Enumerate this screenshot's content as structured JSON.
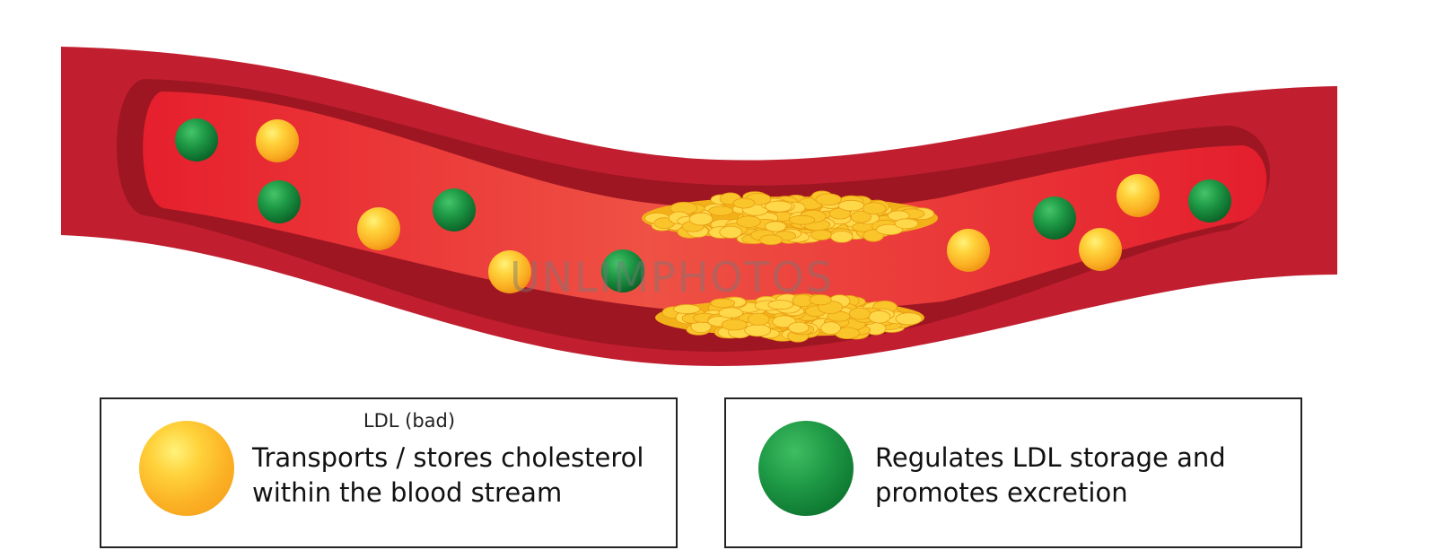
{
  "legend": {
    "ldl": {
      "heading": "LDL (bad)",
      "line1": "Transports / stores cholesterol",
      "line2": "within the blood stream",
      "color": "#fbb024"
    },
    "hdl": {
      "line1": "Regulates LDL storage and",
      "line2": "promotes excretion",
      "color": "#1a8c3c"
    }
  },
  "watermark": "UNLIMPHOTOS",
  "colors": {
    "vessel_outer": "#c11f30",
    "vessel_wall": "#9e1622",
    "blood": "#e41e2d",
    "plaque": "#f6c21d"
  }
}
